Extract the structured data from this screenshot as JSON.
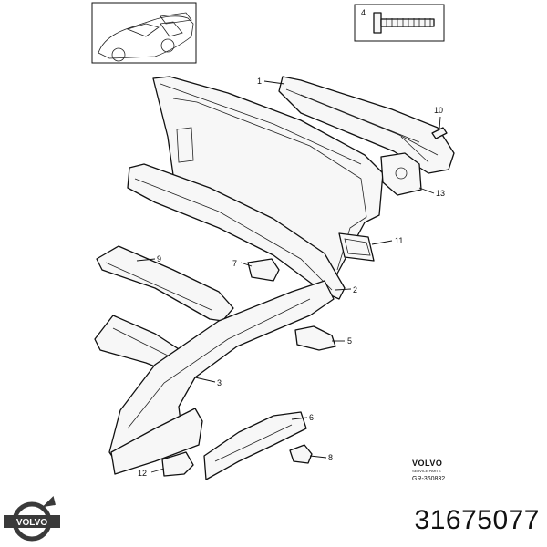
{
  "callouts": [
    {
      "id": "c1",
      "label": "1"
    },
    {
      "id": "c2",
      "label": "2"
    },
    {
      "id": "c3",
      "label": "3"
    },
    {
      "id": "c4",
      "label": "4"
    },
    {
      "id": "c5",
      "label": "5"
    },
    {
      "id": "c6",
      "label": "6"
    },
    {
      "id": "c7",
      "label": "7"
    },
    {
      "id": "c8",
      "label": "8"
    },
    {
      "id": "c9",
      "label": "9"
    },
    {
      "id": "c10",
      "label": "10"
    },
    {
      "id": "c11",
      "label": "11"
    },
    {
      "id": "c12",
      "label": "12"
    },
    {
      "id": "c13",
      "label": "13"
    }
  ],
  "brand_block": {
    "brand": "VOLVO",
    "sub": "SERVICE PARTS",
    "ref": "GR-360832"
  },
  "logo": {
    "text": "VOLVO",
    "color": "#3a3a3a"
  },
  "part_number": "31675077"
}
